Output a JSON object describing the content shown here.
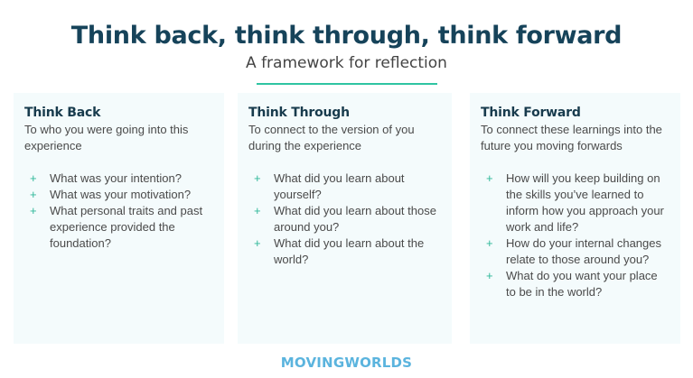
{
  "header": {
    "title": "Think back, think through, think forward",
    "subtitle": "A framework for reflection"
  },
  "colors": {
    "title": "#16435a",
    "accent_line": "#2fc4a2",
    "bullet": "#2fb899",
    "panel_bg": "#f4fbfc",
    "logo": "#5bb4de"
  },
  "panels": [
    {
      "heading": "Think Back",
      "description": "To who you were going into this experience",
      "bullet_icon": "+",
      "items": [
        "What was your intention?",
        "What was your motivation?",
        "What personal traits and past experience provided the foundation?"
      ]
    },
    {
      "heading": "Think Through",
      "description": "To connect to the version of you during the experience",
      "bullet_icon": "+",
      "items": [
        "What did you learn about yourself?",
        "What did you learn about those around you?",
        "What did you learn about the world?"
      ]
    },
    {
      "heading": "Think Forward",
      "description": "To connect these learnings into the future you moving forwards",
      "bullet_icon": "+",
      "items": [
        "How will you keep building on the skills you’ve learned to inform how you approach your work and life?",
        "How do your internal changes relate to those around you?",
        "What do you want your place to be in the world?"
      ]
    }
  ],
  "footer": {
    "logo_text": "MOVINGWORLDS"
  }
}
